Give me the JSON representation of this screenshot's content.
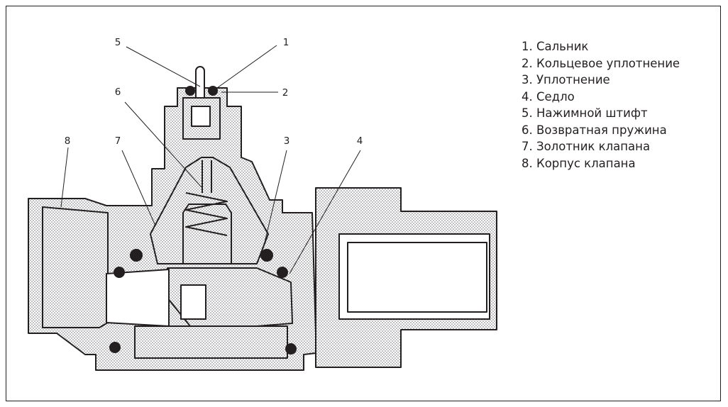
{
  "diagram": {
    "callouts": [
      {
        "id": "5",
        "label": "5"
      },
      {
        "id": "1",
        "label": "1"
      },
      {
        "id": "2",
        "label": "2"
      },
      {
        "id": "6",
        "label": "6"
      },
      {
        "id": "8",
        "label": "8"
      },
      {
        "id": "7",
        "label": "7"
      },
      {
        "id": "3",
        "label": "3"
      },
      {
        "id": "4",
        "label": "4"
      }
    ],
    "legend": [
      {
        "num": "1.",
        "text": "Сальник"
      },
      {
        "num": "2.",
        "text": "Кольцевое уплотнение"
      },
      {
        "num": "3.",
        "text": "Уплотнение"
      },
      {
        "num": "4.",
        "text": "Седло"
      },
      {
        "num": "5.",
        "text": "Нажимной штифт"
      },
      {
        "num": "6.",
        "text": "Возвратная пружина"
      },
      {
        "num": "7.",
        "text": "Золотник клапана"
      },
      {
        "num": "8.",
        "text": "Корпус клапана"
      }
    ],
    "colors": {
      "ink": "#231f20",
      "hatch_dots": "#6d6e71",
      "background": "#ffffff"
    }
  }
}
